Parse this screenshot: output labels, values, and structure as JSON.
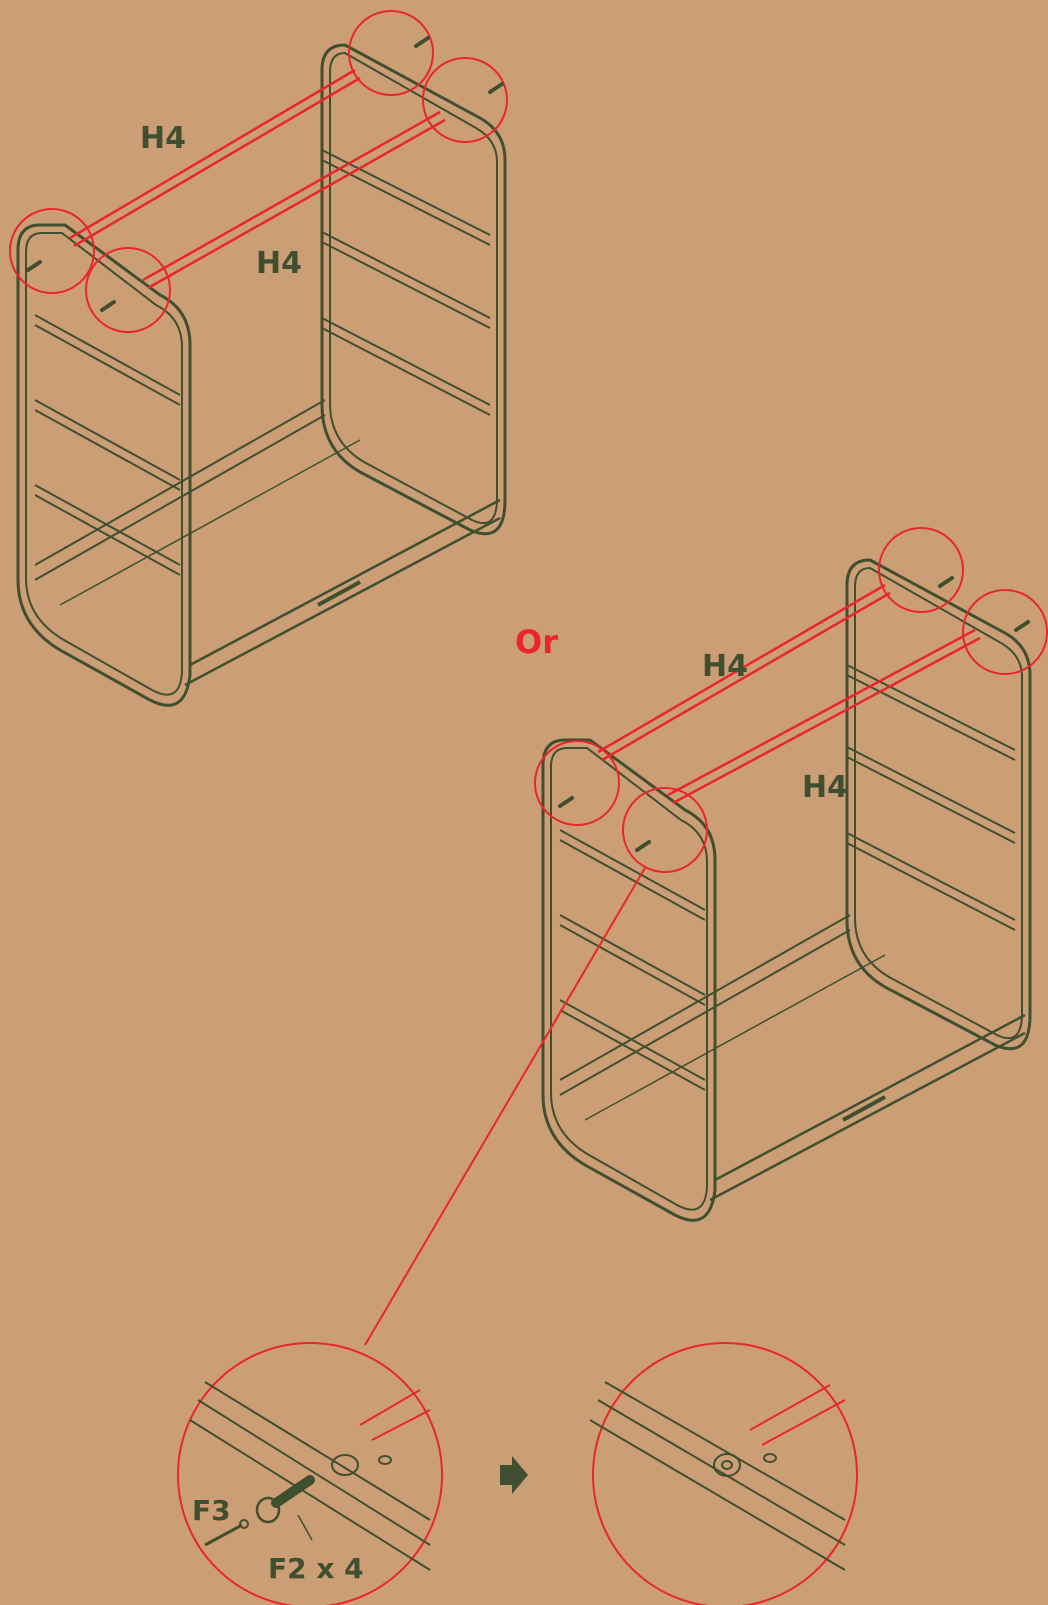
{
  "colors": {
    "background": "#cc9e76",
    "frame": "#3f4f2f",
    "highlight": "#e8262b"
  },
  "labels": {
    "top_rail_back": "H4",
    "top_rail_front": "H4",
    "alt_rail_back": "H4",
    "alt_rail_front": "H4",
    "or": "Or",
    "washer_part": "F3",
    "screw_part": "F2 x 4"
  },
  "icons": {
    "next_step": "arrow-right-icon",
    "screw": "screw-icon",
    "allen_key": "allen-key-icon"
  }
}
